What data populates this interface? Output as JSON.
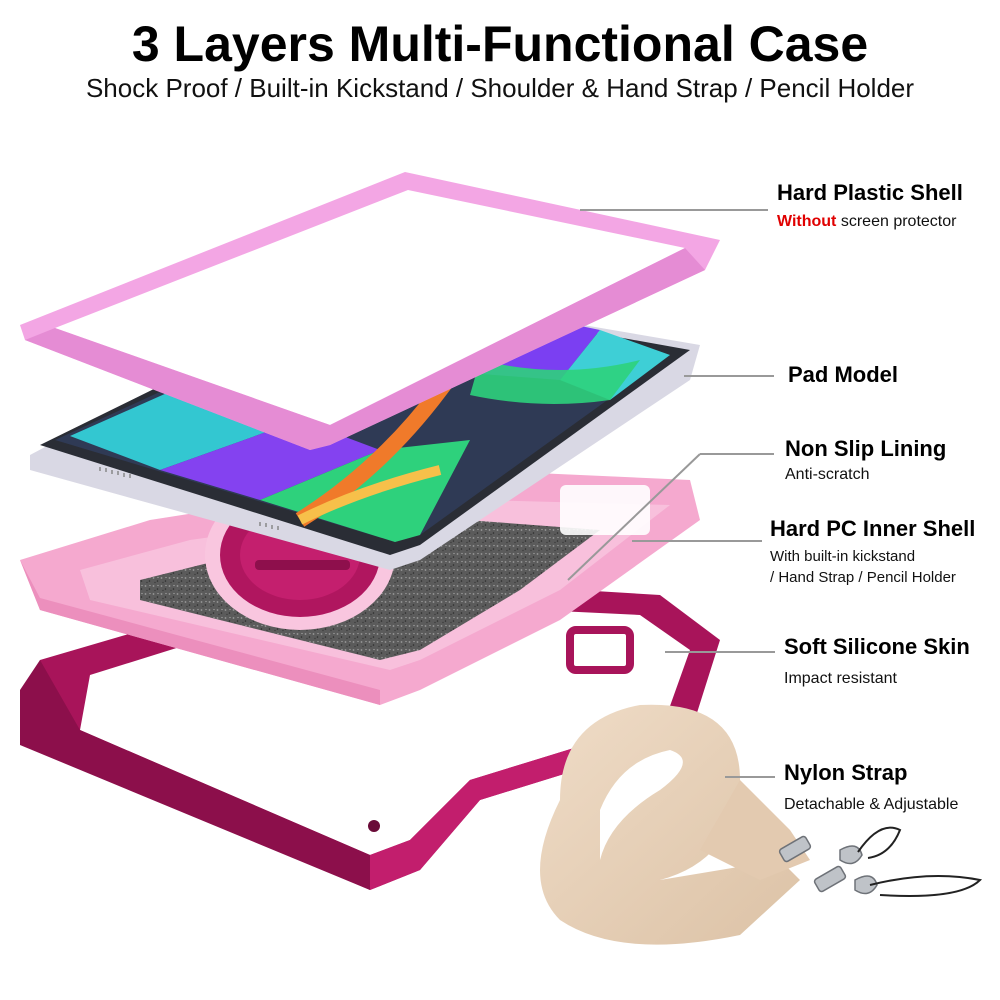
{
  "header": {
    "title": "3 Layers Multi-Functional Case",
    "subtitle": "Shock Proof / Built-in Kickstand / Shoulder & Hand Strap / Pencil Holder"
  },
  "colors": {
    "frame_pink": "#f3a6e4",
    "inner_shell_pink": "#f5a9cf",
    "silicone_magenta": "#b0165f",
    "lining_gray": "#5a5a5a",
    "strap_beige": "#e6cfb7",
    "tablet_silver": "#d9d8e4",
    "highlight_red": "#e00000",
    "leader_gray": "#999999"
  },
  "callouts": [
    {
      "id": "hard-plastic-shell",
      "title": "Hard Plastic Shell",
      "highlight": "Without",
      "subtitle": "screen protector"
    },
    {
      "id": "pad-model",
      "title": "Pad Model"
    },
    {
      "id": "non-slip-lining",
      "title": "Non Slip Lining",
      "subtitle": "Anti-scratch"
    },
    {
      "id": "hard-pc-inner-shell",
      "title": "Hard PC Inner Shell",
      "subtitle_line1": "With built-in kickstand",
      "subtitle_line2": "/ Hand Strap / Pencil Holder"
    },
    {
      "id": "soft-silicone-skin",
      "title": "Soft Silicone Skin",
      "subtitle": "Impact resistant"
    },
    {
      "id": "nylon-strap",
      "title": "Nylon Strap",
      "subtitle": "Detachable & Adjustable"
    }
  ]
}
